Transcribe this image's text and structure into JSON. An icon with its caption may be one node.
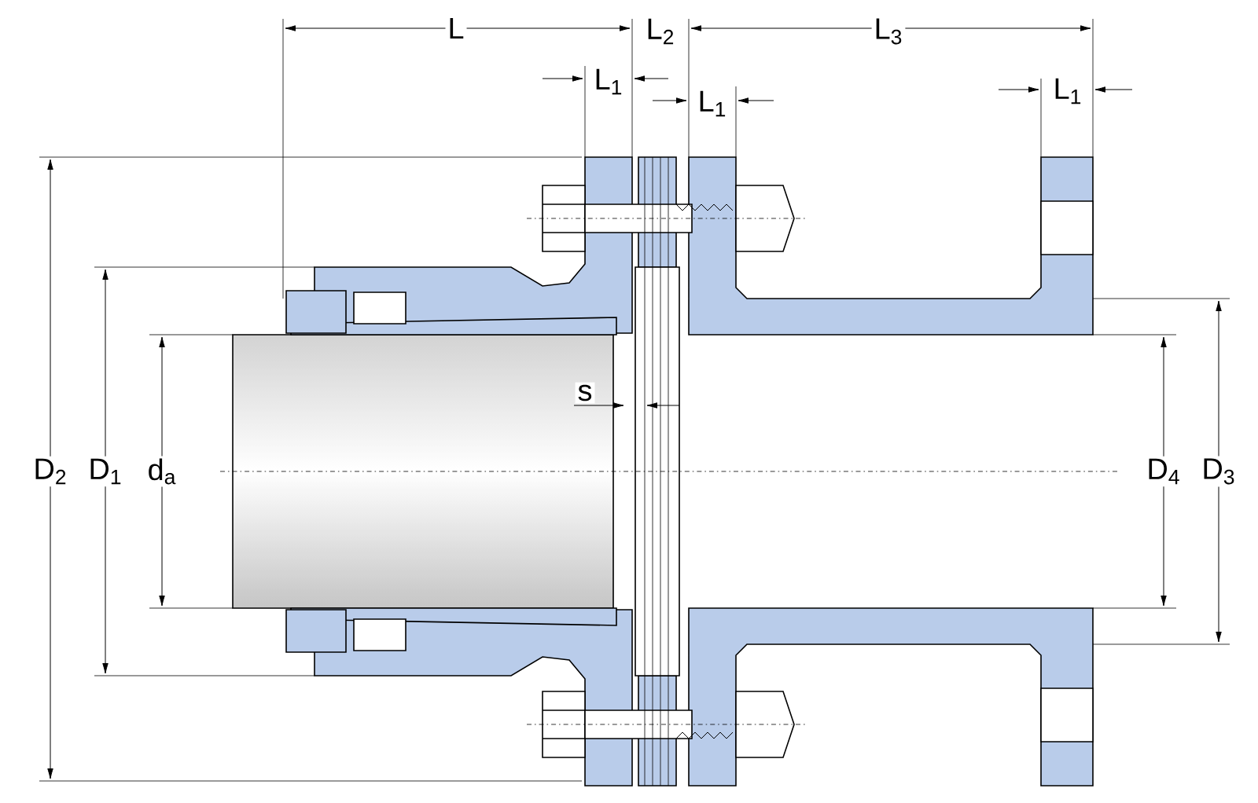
{
  "diagram": {
    "labels": [
      "L",
      "L$_{2}$",
      "L$_{3}$",
      "L$_{1}$",
      "L$_{1}$",
      "L$_{1}$",
      "s",
      "D$_{2}$",
      "D$_{1}$",
      "d$_{a}$",
      "D$_{4}$",
      "D$_{3}$"
    ]
  }
}
